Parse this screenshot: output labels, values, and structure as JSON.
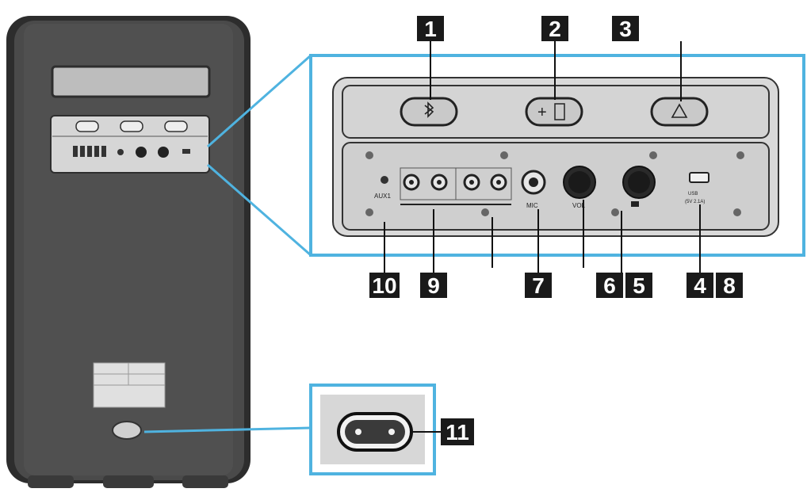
{
  "callouts": {
    "c1": "1",
    "c2": "2",
    "c3": "3",
    "c4": "4",
    "c5": "5",
    "c6": "6",
    "c7": "7",
    "c8": "8",
    "c9": "9",
    "c10": "10",
    "c11": "11"
  },
  "panel": {
    "aux": "AUX1",
    "mic": "MIC",
    "vol": "VOL",
    "usb_line1": "USB",
    "usb_line2": "(5V 2.1A)"
  },
  "colors": {
    "highlight": "#4fb3e0",
    "body": "#4a4a4a",
    "panel": "#d9d9d9",
    "callout": "#1a1a1a"
  }
}
